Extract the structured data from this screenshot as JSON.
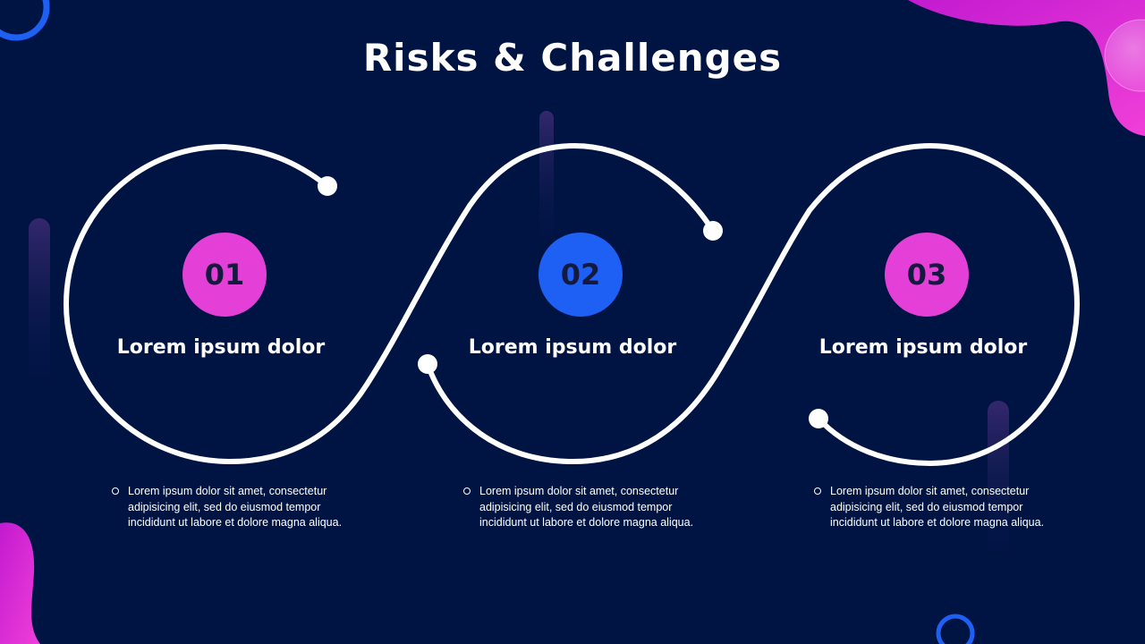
{
  "slide": {
    "title": "Risks & Challenges"
  },
  "colors": {
    "background": "#001444",
    "accent_pink": "#e43fd6",
    "accent_blue": "#1e60f4",
    "line": "#ffffff"
  },
  "steps": [
    {
      "number": "01",
      "heading": "Lorem ipsum dolor",
      "bullet": "Lorem ipsum dolor sit amet, consectetur adipisicing elit, sed do eiusmod tempor incididunt ut labore et dolore magna aliqua.",
      "color": "#e43fd6"
    },
    {
      "number": "02",
      "heading": "Lorem ipsum dolor",
      "bullet": "Lorem ipsum dolor sit amet, consectetur adipisicing elit, sed do eiusmod tempor incididunt ut labore et dolore magna aliqua.",
      "color": "#1e60f4"
    },
    {
      "number": "03",
      "heading": "Lorem ipsum dolor",
      "bullet": "Lorem ipsum dolor sit amet, consectetur adipisicing elit, sed do eiusmod tempor incididunt ut labore et dolore magna aliqua.",
      "color": "#e43fd6"
    }
  ]
}
